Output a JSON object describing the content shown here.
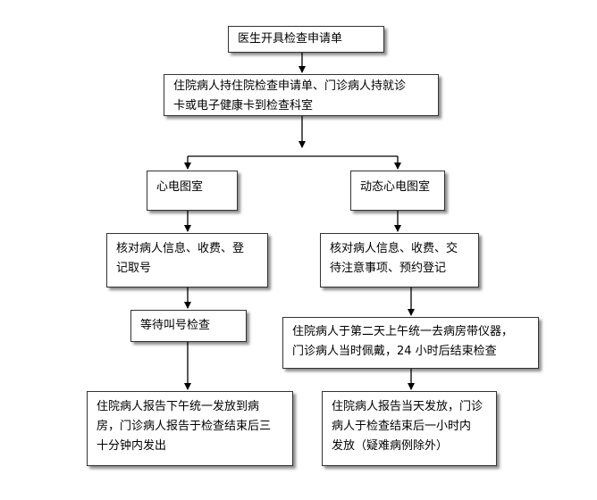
{
  "nodes": {
    "n1": {
      "text": "医生开具检查申请单"
    },
    "n2": {
      "lines": [
        "住院病人持住院检查申请单、门诊病人持就诊",
        "卡或电子健康卡到检查科室"
      ]
    },
    "n3": {
      "text": "心电图室"
    },
    "n4": {
      "text": "动态心电图室"
    },
    "n5": {
      "lines": [
        "核对病人信息、收费、登",
        "记取号"
      ]
    },
    "n6": {
      "lines": [
        "核对病人信息、收费、交",
        "待注意事项、预约登记"
      ]
    },
    "n7": {
      "text": "等待叫号检查"
    },
    "n8": {
      "lines": [
        "住院病人于第二天上午统一去病房带仪器，",
        "门诊病人当时佩戴，24 小时后结束检查"
      ]
    },
    "n9": {
      "lines": [
        "住院病人报告下午统一发放到病",
        "房，门诊病人报告于检查结束后三",
        "十分钟内发出"
      ]
    },
    "n10": {
      "lines": [
        "住院病人报告当天发放，门诊",
        "病人于检查结束后一小时内",
        "发放（疑难病例除外）"
      ]
    }
  },
  "colors": {
    "border": "#333333",
    "line": "#000000",
    "background": "#ffffff"
  }
}
